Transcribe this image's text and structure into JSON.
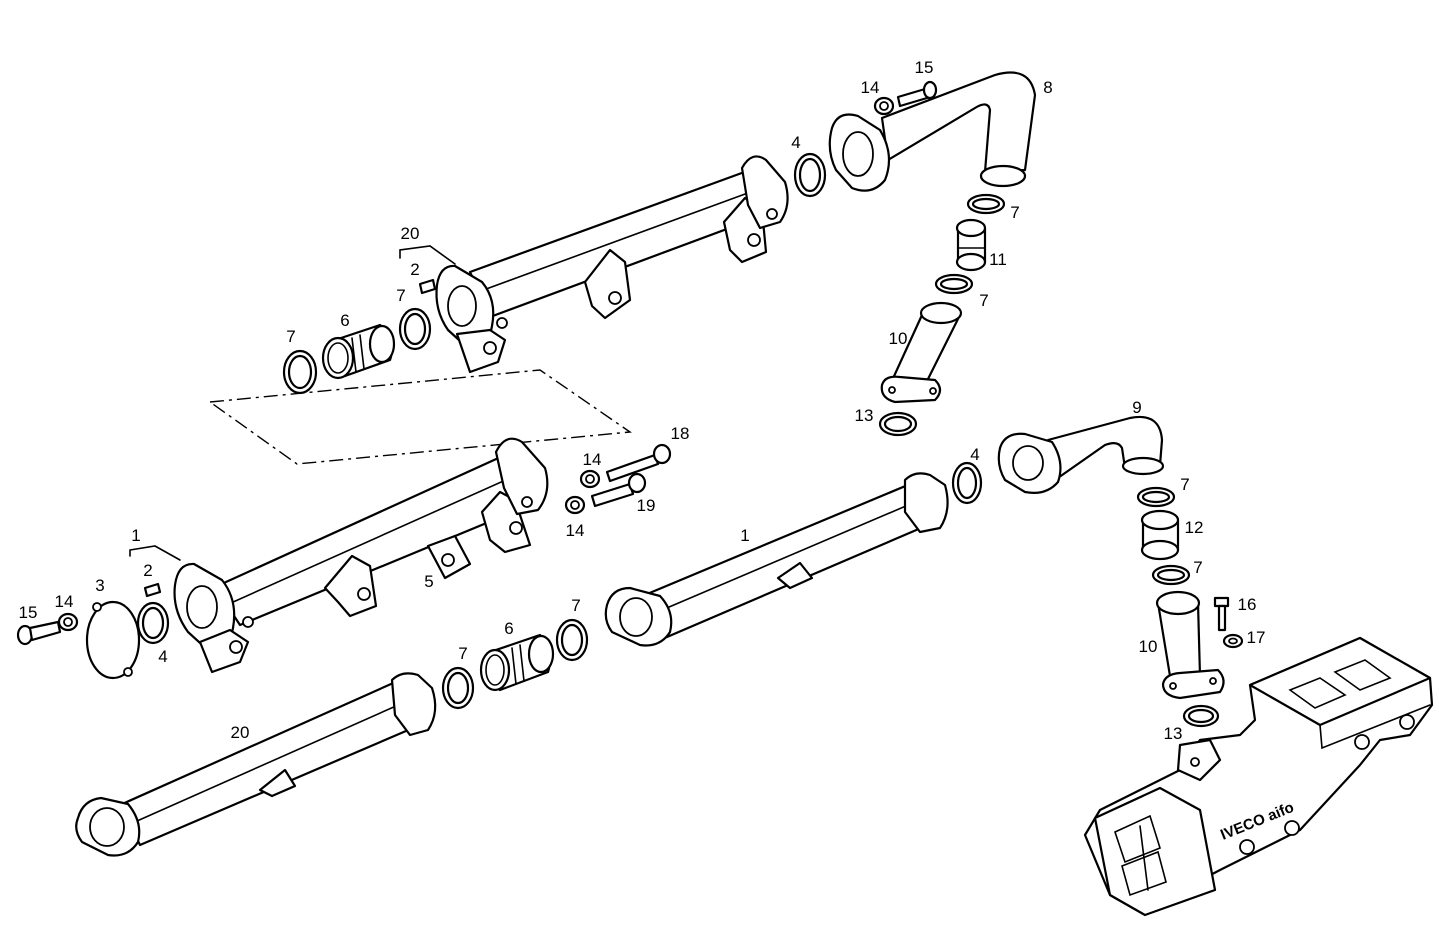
{
  "diagram": {
    "labels": {
      "l1a": "1",
      "l1b": "1",
      "l2a": "2",
      "l2b": "2",
      "l3": "3",
      "l4a": "4",
      "l4b": "4",
      "l4c": "4",
      "l5": "5",
      "l6a": "6",
      "l6b": "6",
      "l7a": "7",
      "l7b": "7",
      "l7c": "7",
      "l7d": "7",
      "l7e": "7",
      "l7f": "7",
      "l7g": "7",
      "l7h": "7",
      "l8": "8",
      "l9": "9",
      "l10a": "10",
      "l10b": "10",
      "l11": "11",
      "l12": "12",
      "l13a": "13",
      "l13b": "13",
      "l14a": "14",
      "l14b": "14",
      "l14c": "14",
      "l14d": "14",
      "l15a": "15",
      "l15b": "15",
      "l16": "16",
      "l17": "17",
      "l18": "18",
      "l19": "19",
      "l20a": "20",
      "l20b": "20"
    },
    "brand_text": "IVECO aifo"
  }
}
